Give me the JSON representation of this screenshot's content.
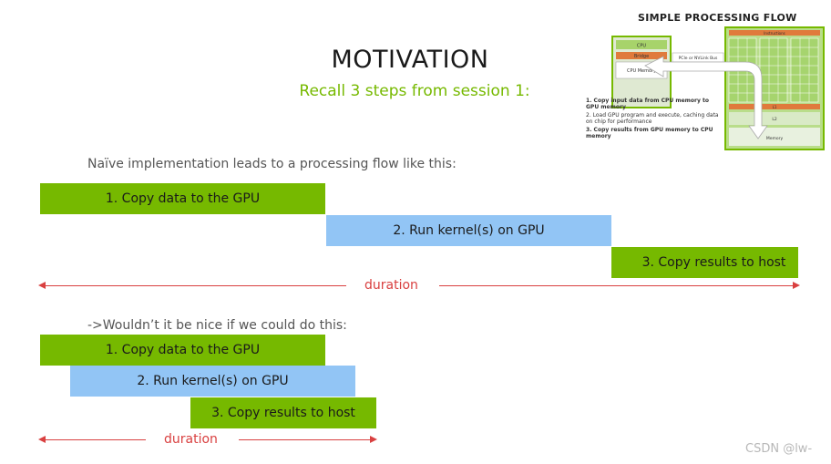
{
  "slide": {
    "title": "MOTIVATION",
    "subtitle": "Recall 3 steps from session 1:"
  },
  "inset": {
    "title": "SIMPLE PROCESSING FLOW",
    "cpu_labels": [
      "CPU",
      "Bridge",
      "CPU Memory"
    ],
    "bus_label": "PCIe or NVLink Bus",
    "gpu_labels": [
      "Instructions",
      "L2",
      "Memory",
      "L1"
    ],
    "steps": [
      "1.  Copy input data from CPU memory to GPU memory",
      "2.  Load GPU program and execute, caching data on chip for performance",
      "3.  Copy results from GPU memory to CPU memory"
    ]
  },
  "naive": {
    "intro": "Naïve implementation leads to a processing flow like this:",
    "bars": [
      {
        "label": "1. Copy data to the GPU",
        "color": "#76b900"
      },
      {
        "label": "2. Run kernel(s) on GPU",
        "color": "#92c5f5"
      },
      {
        "label": "3. Copy results to host",
        "color": "#76b900"
      }
    ],
    "duration_label": "duration"
  },
  "overlap": {
    "intro": "->Wouldn’t it be nice if we could do this:",
    "bars": [
      {
        "label": "1. Copy data to the GPU",
        "color": "#76b900"
      },
      {
        "label": "2. Run kernel(s) on GPU",
        "color": "#92c5f5"
      },
      {
        "label": "3. Copy results to host",
        "color": "#76b900"
      }
    ],
    "duration_label": "duration"
  },
  "watermark": "CSDN @lw-"
}
